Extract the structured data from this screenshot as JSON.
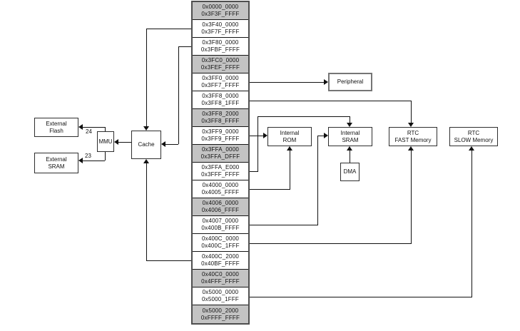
{
  "diagram": {
    "memory_map": {
      "rows": [
        {
          "start": "0x0000_0000",
          "end": "0x3F3F_FFFF",
          "shaded": true
        },
        {
          "start": "0x3F40_0000",
          "end": "0x3F7F_FFFF",
          "shaded": false
        },
        {
          "start": "0x3F80_0000",
          "end": "0x3FBF_FFFF",
          "shaded": false
        },
        {
          "start": "0x3FC0_0000",
          "end": "0x3FEF_FFFF",
          "shaded": true
        },
        {
          "start": "0x3FF0_0000",
          "end": "0x3FF7_FFFF",
          "shaded": false
        },
        {
          "start": "0x3FF8_0000",
          "end": "0x3FF8_1FFF",
          "shaded": false
        },
        {
          "start": "0x3FF8_2000",
          "end": "0x3FF8_FFFF",
          "shaded": true
        },
        {
          "start": "0x3FF9_0000",
          "end": "0x3FF9_FFFF",
          "shaded": false
        },
        {
          "start": "0x3FFA_0000",
          "end": "0x3FFA_DFFF",
          "shaded": true
        },
        {
          "start": "0x3FFA_E000",
          "end": "0x3FFF_FFFF",
          "shaded": false
        },
        {
          "start": "0x4000_0000",
          "end": "0x4005_FFFF",
          "shaded": false
        },
        {
          "start": "0x4006_0000",
          "end": "0x4006_FFFF",
          "shaded": true
        },
        {
          "start": "0x4007_0000",
          "end": "0x400B_FFFF",
          "shaded": false
        },
        {
          "start": "0x400C_0000",
          "end": "0x400C_1FFF",
          "shaded": false
        },
        {
          "start": "0x400C_2000",
          "end": "0x40BF_FFFF",
          "shaded": false
        },
        {
          "start": "0x40C0_0000",
          "end": "0x4FFF_FFFF",
          "shaded": true
        },
        {
          "start": "0x5000_0000",
          "end": "0x5000_1FFF",
          "shaded": false
        },
        {
          "start": "0x5000_2000",
          "end": "0xFFFF_FFFF",
          "shaded": true
        }
      ]
    },
    "blocks": {
      "external_flash": {
        "line1": "External",
        "line2": "Flash"
      },
      "external_sram": {
        "line1": "External",
        "line2": "SRAM"
      },
      "mmu": {
        "label": "MMU"
      },
      "cache": {
        "label": "Cache"
      },
      "peripheral": {
        "label": "Peripheral"
      },
      "internal_rom": {
        "line1": "Internal",
        "line2": "ROM"
      },
      "internal_sram": {
        "line1": "Internal",
        "line2": "SRAM"
      },
      "dma": {
        "label": "DMA"
      },
      "rtc_fast": {
        "line1": "RTC",
        "line2": "FAST Memory"
      },
      "rtc_slow": {
        "line1": "RTC",
        "line2": "SLOW Memory"
      }
    },
    "bus_labels": {
      "flash_width": "24",
      "sram_width": "23"
    },
    "colors": {
      "shaded_cell": "#c3c3c3",
      "cell_bg": "#ffffff",
      "wire": "#111111"
    }
  }
}
